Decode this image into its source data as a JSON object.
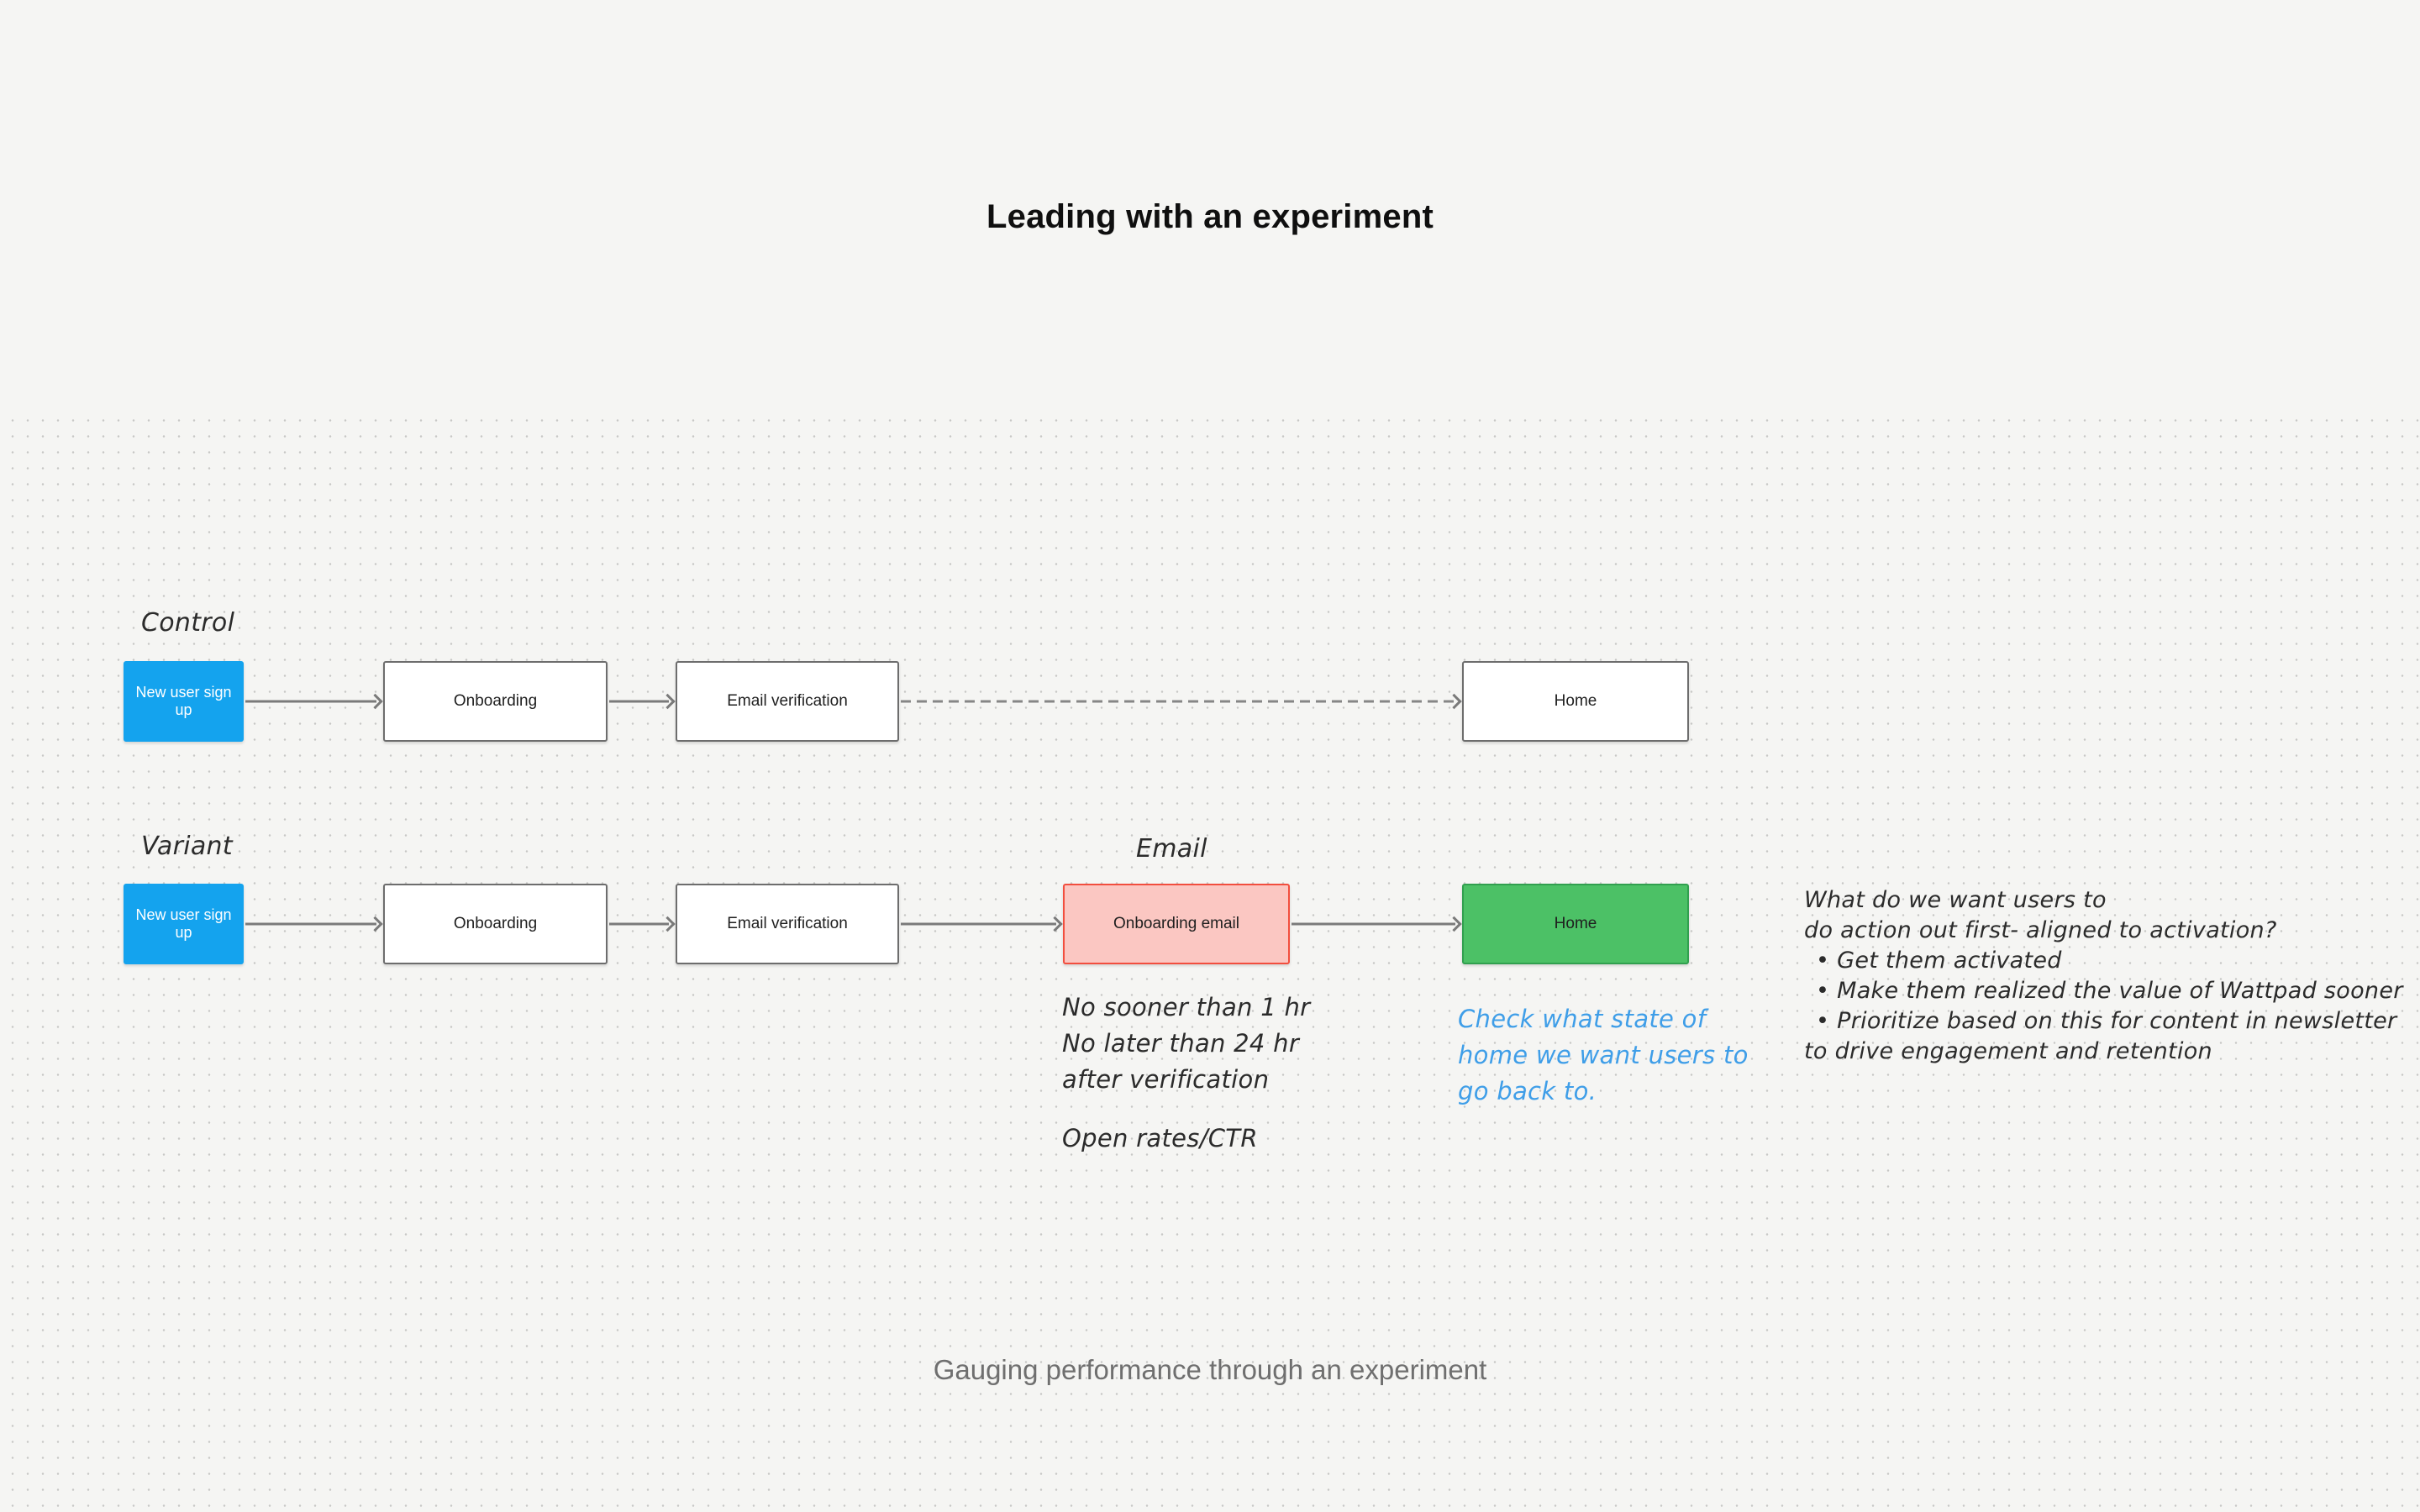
{
  "board": {
    "title": "Leading with an experiment",
    "caption": "Gauging performance through an experiment"
  },
  "control": {
    "label": "Control",
    "nodes": [
      {
        "label": "New user sign up",
        "fill": "#14a3ee"
      },
      {
        "label": "Onboarding",
        "fill": "#ffffff"
      },
      {
        "label": "Email verification",
        "fill": "#ffffff"
      },
      {
        "label": "Home",
        "fill": "#ffffff"
      }
    ]
  },
  "variant": {
    "label": "Variant",
    "email_label": "Email",
    "nodes": [
      {
        "label": "New user sign up",
        "fill": "#14a3ee"
      },
      {
        "label": "Onboarding",
        "fill": "#ffffff"
      },
      {
        "label": "Email verification",
        "fill": "#ffffff"
      },
      {
        "label": "Onboarding email",
        "fill": "#fbc7c2"
      },
      {
        "label": "Home",
        "fill": "#4cc166"
      }
    ]
  },
  "annotations": {
    "timing": [
      "No sooner than 1 hr",
      "No later than 24 hr",
      "after verification"
    ],
    "metrics": "Open rates/CTR",
    "home_note": [
      "Check what state of",
      "home we want users to",
      "go back to."
    ],
    "strategy_note": [
      "What do we want users to",
      "do action out first- aligned to activation?",
      "• Get them activated",
      "• Make them realized the value of Wattpad sooner",
      "• Prioritize based on this for content in newsletter",
      "to drive engagement and retention"
    ]
  },
  "colors": {
    "background": "#f5f5f3",
    "dot_grid": "#c7c7c5",
    "node_blue": "#14a3ee",
    "node_pink_fill": "#fbc7c2",
    "node_pink_border": "#f24e3e",
    "node_green_fill": "#4cc166",
    "node_green_border": "#31a04f",
    "arrow": "#7a7a7a",
    "handwriting_dark": "#2b2b2b",
    "handwriting_blue": "#3f9ee8",
    "caption_gray": "#6f6f6f"
  }
}
